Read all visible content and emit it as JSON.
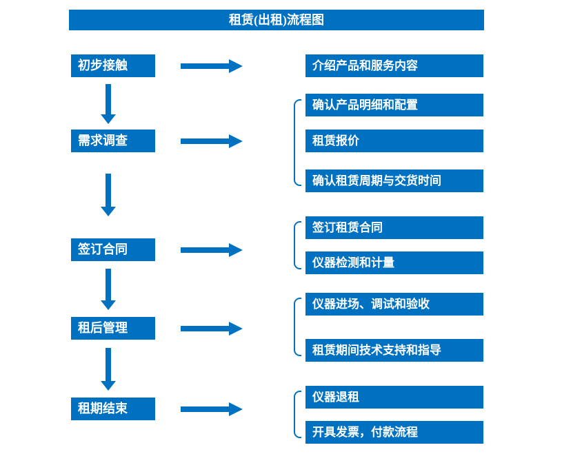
{
  "title": "租赁(出租)流程图",
  "colors": {
    "primary": "#0070C0",
    "boxtext": "#FFFFFF"
  },
  "flow": [
    {
      "step": "初步接触",
      "items": [
        "介绍产品和服务内容"
      ]
    },
    {
      "step": "需求调查",
      "items": [
        "确认产品明细和配置",
        "租赁报价",
        "确认租赁周期与交货时间"
      ]
    },
    {
      "step": "签订合同",
      "items": [
        "签订租赁合同",
        "仪器检测和计量"
      ]
    },
    {
      "step": "租后管理",
      "items": [
        "仪器进场、调试和验收",
        "租赁期间技术支持和指导"
      ]
    },
    {
      "step": "租期结束",
      "items": [
        "仪器退租",
        "开具发票，付款流程"
      ]
    }
  ]
}
